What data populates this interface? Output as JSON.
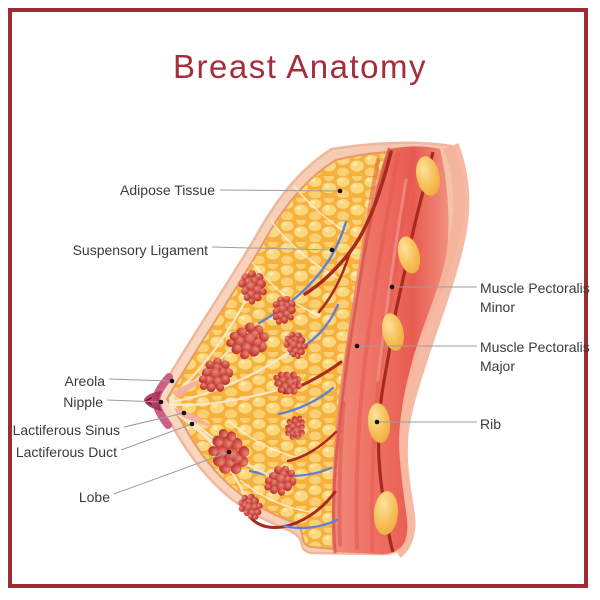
{
  "title": "Breast Anatomy",
  "labels": {
    "left": [
      {
        "id": "adipose-tissue",
        "text": "Adipose Tissue"
      },
      {
        "id": "suspensory-ligament",
        "text": "Suspensory Ligament"
      },
      {
        "id": "areola",
        "text": "Areola"
      },
      {
        "id": "nipple",
        "text": "Nipple"
      },
      {
        "id": "lactiferous-sinus",
        "text": "Lactiferous Sinus"
      },
      {
        "id": "lactiferous-duct",
        "text": "Lactiferous Duct"
      },
      {
        "id": "lobe",
        "text": "Lobe"
      }
    ],
    "right": [
      {
        "id": "muscle-pectoralis-minor",
        "text": "Muscle Pectoralis Minor"
      },
      {
        "id": "muscle-pectoralis-major",
        "text": "Muscle Pectoralis Major"
      },
      {
        "id": "rib",
        "text": "Rib"
      }
    ]
  },
  "colors": {
    "frame_border": "#9e2c34",
    "title": "#a42f3a",
    "label_text": "#3b3b3b",
    "leader_line": "#9c9c9c",
    "leader_dot": "#111111",
    "skin": "#f7cdb5",
    "skin_edge": "#efb79c",
    "adipose_base": "#f6b13d",
    "adipose_bubble": "#fcd77e",
    "muscle": "#ee7265",
    "muscle_shadow": "#d9564b",
    "rib": "#f6bc52",
    "lobe": "#c23a31",
    "artery": "#a9291f",
    "vein": "#5c80d8",
    "duct": "#f7e9cf",
    "areola": "#ce5e86",
    "nipple": "#93264b"
  }
}
